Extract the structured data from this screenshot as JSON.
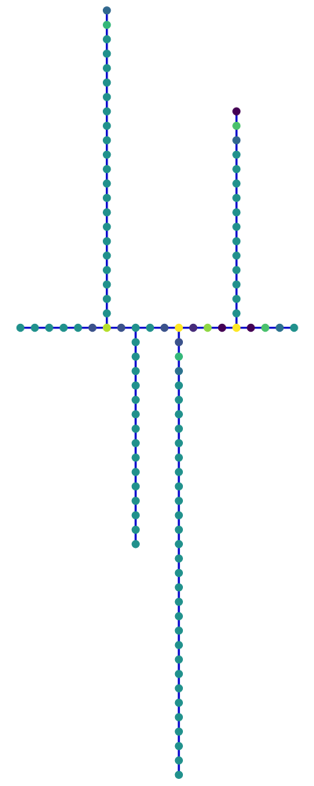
{
  "diagram": {
    "type": "node-link tree",
    "edge_color": "#0000cc",
    "node_palette": "viridis",
    "default_node_color": "#21918c",
    "branches": [
      {
        "id": "trunk",
        "orientation": "horizontal",
        "node_colors": [
          "#21918c",
          "#21918c",
          "#21918c",
          "#21918c",
          "#21918c",
          "#3b528b",
          "#b5de2b",
          "#3b528b",
          "#21918c",
          "#21918c",
          "#3b528b",
          "#fde725",
          "#472c7a",
          "#8fd744",
          "#440154",
          "#fde725",
          "#440154",
          "#4ac16d",
          "#2c728e",
          "#21918c"
        ]
      },
      {
        "id": "up-left",
        "orientation": "vertical-up",
        "attach_index": 6,
        "node_colors": [
          "#21918c",
          "#21918c",
          "#21918c",
          "#21918c",
          "#21918c",
          "#21918c",
          "#21918c",
          "#21918c",
          "#21918c",
          "#21918c",
          "#21918c",
          "#21918c",
          "#21918c",
          "#21918c",
          "#21918c",
          "#21918c",
          "#21918c",
          "#21918c",
          "#21918c",
          "#21918c",
          "#35b779",
          "#31688e"
        ]
      },
      {
        "id": "up-right",
        "orientation": "vertical-up",
        "attach_index": 15,
        "node_colors": [
          "#21918c",
          "#21918c",
          "#21918c",
          "#21918c",
          "#21918c",
          "#21918c",
          "#21918c",
          "#21918c",
          "#21918c",
          "#21918c",
          "#21918c",
          "#21918c",
          "#31688e",
          "#4ac16d",
          "#440154"
        ]
      },
      {
        "id": "down-left",
        "orientation": "vertical-down",
        "attach_index": 8,
        "node_colors": [
          "#21918c",
          "#21918c",
          "#21918c",
          "#21918c",
          "#21918c",
          "#21918c",
          "#21918c",
          "#21918c",
          "#21918c",
          "#21918c",
          "#21918c",
          "#21918c",
          "#21918c",
          "#21918c",
          "#21918c"
        ]
      },
      {
        "id": "down-right",
        "orientation": "vertical-down",
        "attach_index": 11,
        "node_colors": [
          "#3b528b",
          "#35b779",
          "#2c728e",
          "#21918c",
          "#21918c",
          "#21918c",
          "#21918c",
          "#21918c",
          "#21918c",
          "#21918c",
          "#21918c",
          "#21918c",
          "#21918c",
          "#21918c",
          "#21918c",
          "#21918c",
          "#21918c",
          "#21918c",
          "#21918c",
          "#21918c",
          "#21918c",
          "#21918c",
          "#21918c",
          "#21918c",
          "#21918c",
          "#21918c",
          "#21918c",
          "#21918c",
          "#21918c",
          "#21918c",
          "#21918c"
        ]
      }
    ]
  }
}
